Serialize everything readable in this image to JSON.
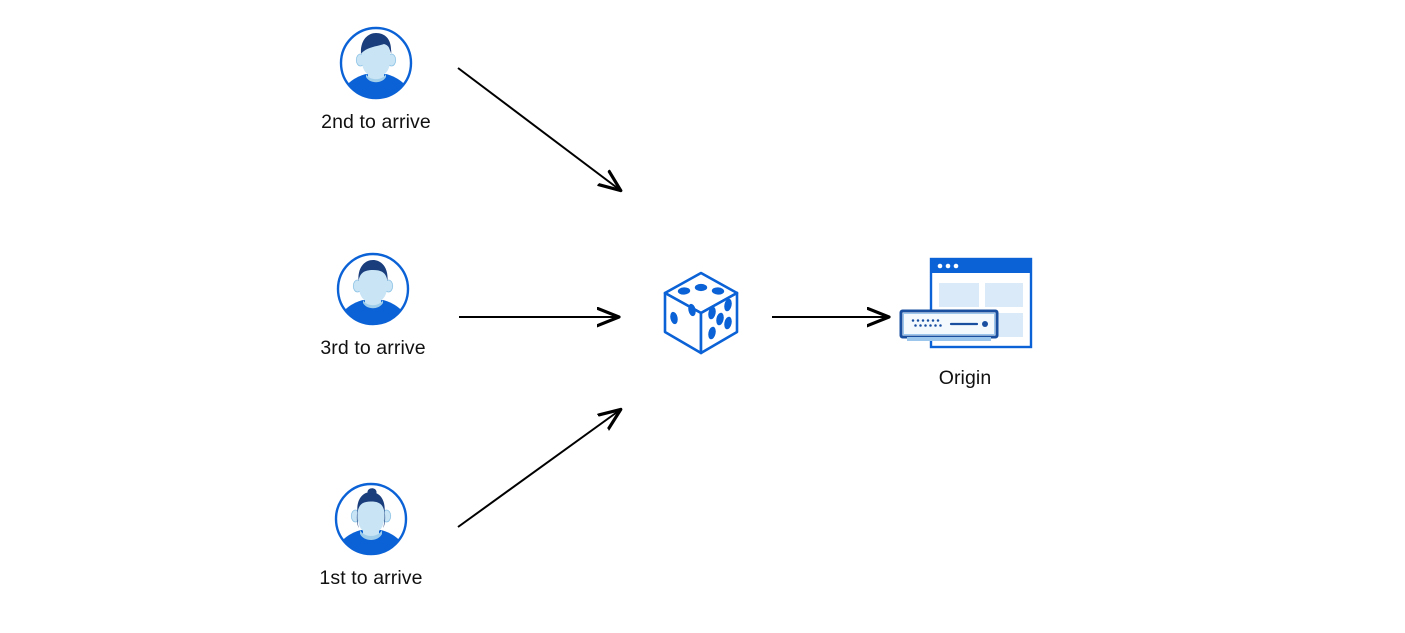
{
  "diagram": {
    "type": "flow-diagram",
    "background_color": "#ffffff",
    "nodes": [
      {
        "id": "user-2nd",
        "icon": "user-avatar-icon",
        "label": "2nd to arrive",
        "arrival_order": 2
      },
      {
        "id": "user-3rd",
        "icon": "user-avatar-icon",
        "label": "3rd to arrive",
        "arrival_order": 3
      },
      {
        "id": "user-1st",
        "icon": "user-avatar-icon",
        "label": "1st to arrive",
        "arrival_order": 1
      },
      {
        "id": "randomizer",
        "icon": "dice-icon",
        "label": ""
      },
      {
        "id": "origin",
        "icon": "origin-server-icon",
        "label": "Origin"
      }
    ],
    "edges": [
      {
        "from": "user-2nd",
        "to": "randomizer",
        "style": "arrow",
        "color": "#000000"
      },
      {
        "from": "user-3rd",
        "to": "randomizer",
        "style": "arrow",
        "color": "#000000"
      },
      {
        "from": "user-1st",
        "to": "randomizer",
        "style": "arrow",
        "color": "#000000"
      },
      {
        "from": "randomizer",
        "to": "origin",
        "style": "arrow",
        "color": "#000000"
      }
    ],
    "colors": {
      "accent_blue": "#0b62d6",
      "deep_blue": "#1a3d7c",
      "pale_blue": "#c8e4f5",
      "panel_blue": "#dbeaf8",
      "arrow_black": "#000000",
      "text_black": "#111111"
    }
  }
}
